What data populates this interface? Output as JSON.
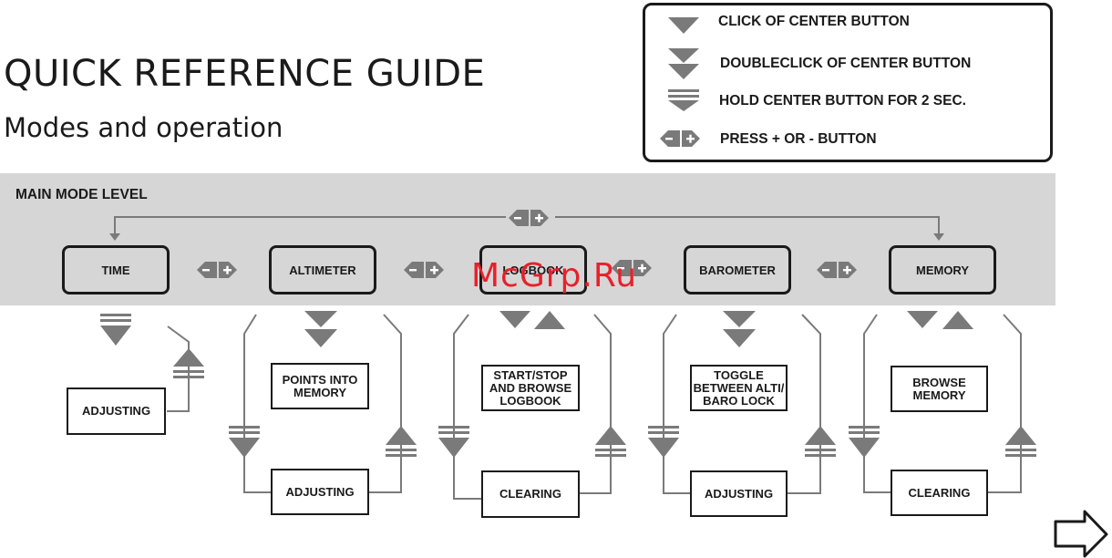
{
  "header": {
    "title": "QUICK REFERENCE GUIDE",
    "subtitle": "Modes and operation"
  },
  "legend": {
    "items": [
      {
        "symbol": "single-down-triangle-icon",
        "text": "CLICK OF CENTER BUTTON"
      },
      {
        "symbol": "double-down-triangle-icon",
        "text": "DOUBLECLICK OF CENTER BUTTON"
      },
      {
        "symbol": "hold-bars-icon",
        "text": "HOLD CENTER BUTTON FOR 2 SEC."
      },
      {
        "symbol": "minus-plus-buttons-icon",
        "text": "PRESS + OR - BUTTON"
      }
    ]
  },
  "main_level": {
    "label": "MAIN MODE LEVEL",
    "modes": [
      "TIME",
      "ALTIMETER",
      "LOGBOOK",
      "BAROMETER",
      "MEMORY"
    ]
  },
  "sub_functions": {
    "time": {
      "adjust": "ADJUSTING"
    },
    "altimeter": {
      "click": "POINTS INTO MEMORY",
      "hold": "ADJUSTING"
    },
    "logbook": {
      "click": "START/STOP AND BROWSE LOGBOOK",
      "hold": "CLEARING"
    },
    "barometer": {
      "click": "TOGGLE BETWEEN ALTI/ BARO LOCK",
      "hold": "ADJUSTING"
    },
    "memory": {
      "click": "BROWSE MEMORY",
      "hold": "CLEARING"
    }
  },
  "watermark": "McGrp.Ru",
  "colors": {
    "band": "#d6d6d6",
    "symbol_gray": "#7a7a7a",
    "watermark": "#e8202a"
  }
}
